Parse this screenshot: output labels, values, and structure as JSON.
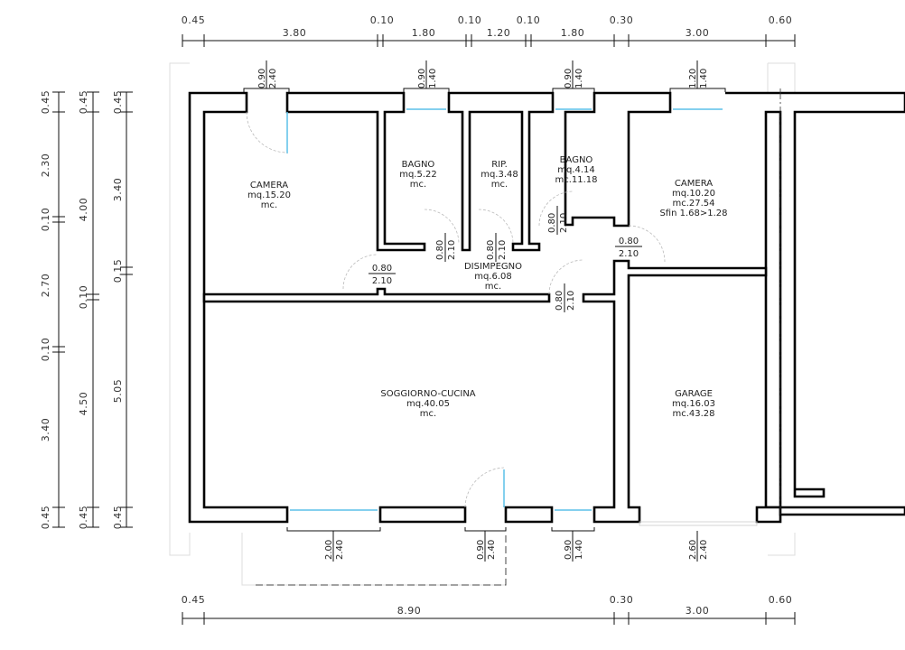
{
  "plan": {
    "top_dimensions": [
      "0.45",
      "3.80",
      "0.10",
      "1.80",
      "0.10",
      "1.20",
      "0.10",
      "1.80",
      "0.30",
      "3.00",
      "0.60"
    ],
    "bottom_dimensions": [
      "0.45",
      "8.90",
      "0.30",
      "3.00",
      "0.60"
    ],
    "left_dimensions_col1": [
      "0.45",
      "2.30",
      "0.10",
      "2.70",
      "0.10",
      "3.40",
      "0.45"
    ],
    "left_dimensions_col2": [
      "0.45",
      "4.00",
      "0.10",
      "4.50",
      "0.45"
    ],
    "left_dimensions_col3": [
      "0.45",
      "3.40",
      "0.15",
      "5.05",
      "0.45"
    ],
    "rooms": [
      {
        "name": "CAMERA",
        "area": "mq.15.20",
        "volume": "mc."
      },
      {
        "name": "BAGNO",
        "area": "mq.5.22",
        "volume": "mc."
      },
      {
        "name": "RIP.",
        "area": "mq.3.48",
        "volume": "mc."
      },
      {
        "name": "BAGNO",
        "area": "mq.4.14",
        "volume": "mc.11.18"
      },
      {
        "name": "CAMERA",
        "area": "mq.10.20",
        "volume": "mc.27.54",
        "extra": "Sfin 1.68>1.28"
      },
      {
        "name": "DISIMPEGNO",
        "area": "mq.6.08",
        "volume": "mc."
      },
      {
        "name": "SOGGIORNO-CUCINA",
        "area": "mq.40.05",
        "volume": "mc."
      },
      {
        "name": "GARAGE",
        "area": "mq.16.03",
        "volume": "mc.43.28"
      }
    ],
    "openings_top": [
      {
        "width": "0.90",
        "height": "2.40"
      },
      {
        "width": "0.90",
        "height": "1.40"
      },
      {
        "width": "0.90",
        "height": "1.40"
      },
      {
        "width": "1.20",
        "height": "1.40"
      }
    ],
    "openings_bottom": [
      {
        "width": "2.00",
        "height": "2.40"
      },
      {
        "width": "0.90",
        "height": "2.40"
      },
      {
        "width": "0.90",
        "height": "1.40"
      },
      {
        "width": "2.60",
        "height": "2.40"
      }
    ],
    "doors_interior": [
      {
        "width": "0.80",
        "height": "2.10"
      },
      {
        "width": "0.80",
        "height": "2.10"
      },
      {
        "width": "0.80",
        "height": "2.10"
      },
      {
        "width": "0.80",
        "height": "2.10"
      },
      {
        "width": "0.80",
        "height": "2.10"
      },
      {
        "width": "0.80",
        "height": "2.10"
      }
    ],
    "colors": {
      "wall": "#000000",
      "glass": "#5bc0e8"
    }
  }
}
